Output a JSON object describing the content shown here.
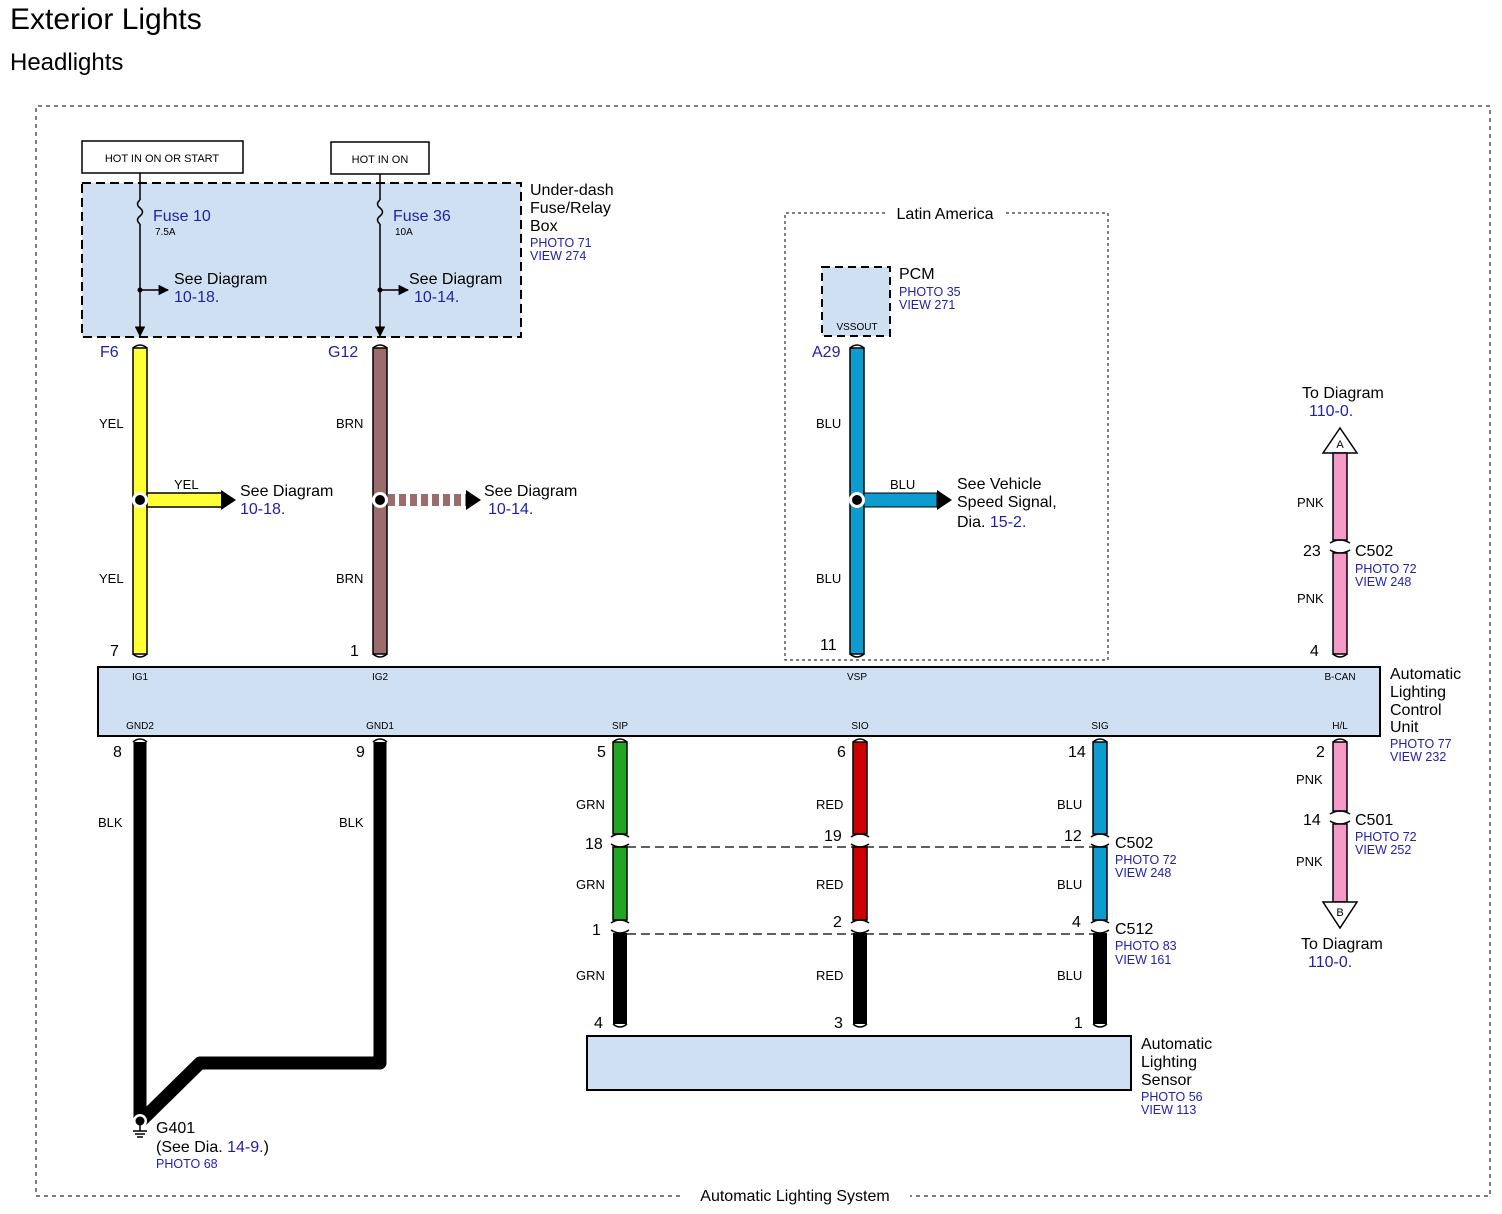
{
  "header": {
    "title": "Exterior Lights",
    "subtitle": "Headlights"
  },
  "diagram_title": "Automatic Lighting System",
  "power_labels": {
    "hot_run_start": "HOT IN ON OR START",
    "hot_run": "HOT IN ON"
  },
  "fuse_box": {
    "name_lines": [
      "Under-dash",
      "Fuse/Relay",
      "Box"
    ],
    "photo": "PHOTO 71",
    "view": "VIEW 274",
    "fuses": [
      {
        "name": "Fuse 10",
        "rating": "7.5A",
        "see": "See Diagram",
        "ref": "10-18",
        "pin": "F6"
      },
      {
        "name": "Fuse 36",
        "rating": "10A",
        "see": "See Diagram",
        "ref": "10-14",
        "pin": "G12"
      }
    ]
  },
  "latin_box": {
    "label": "Latin America",
    "pcm": {
      "name": "PCM",
      "photo": "PHOTO 35",
      "view": "VIEW 271",
      "terminal": "VSSOUT",
      "pin": "A29"
    },
    "branch": {
      "wire": "BLU",
      "line1": "See Vehicle",
      "line2": "Speed Signal,",
      "line3_prefix": "Dia.",
      "ref": "15-2"
    }
  },
  "branches": [
    {
      "wire": "YEL",
      "see": "See Diagram",
      "ref": "10-18"
    },
    {
      "wire": "",
      "see": "See Diagram",
      "ref": "10-14"
    }
  ],
  "wires": {
    "ig1": {
      "upper": "YEL",
      "lower": "YEL",
      "pin": "7"
    },
    "ig2": {
      "upper": "BRN",
      "lower": "BRN",
      "pin": "1"
    },
    "vsp": {
      "upper": "BLU",
      "lower": "BLU",
      "pin": "11"
    },
    "bcan": {
      "upper": "PNK",
      "lower": "PNK",
      "c502_pin": "23",
      "pin": "4"
    },
    "gnd2": {
      "color": "BLK",
      "pin": "8"
    },
    "gnd1": {
      "color": "BLK",
      "pin": "9"
    },
    "sip": {
      "colors": [
        "GRN",
        "GRN",
        "GRN"
      ],
      "pins": [
        "5",
        "18",
        "1",
        "4"
      ]
    },
    "sio": {
      "colors": [
        "RED",
        "RED",
        "RED"
      ],
      "pins": [
        "6",
        "19",
        "2",
        "3"
      ]
    },
    "sig": {
      "colors": [
        "BLU",
        "BLU",
        "BLU"
      ],
      "pins": [
        "14",
        "12",
        "4",
        "1"
      ]
    },
    "hl": {
      "upper": "PNK",
      "lower": "PNK",
      "pin": "2",
      "c501_pin": "14"
    }
  },
  "connectors": {
    "c502_upper": {
      "name": "C502",
      "photo": "PHOTO 72",
      "view": "VIEW 248"
    },
    "c501": {
      "name": "C501",
      "photo": "PHOTO 72",
      "view": "VIEW 252"
    },
    "c502_lower": {
      "name": "C502",
      "photo": "PHOTO 72",
      "view": "VIEW 248"
    },
    "c512": {
      "name": "C512",
      "photo": "PHOTO 83",
      "view": "VIEW 161"
    }
  },
  "offpage": {
    "a": {
      "letter": "A",
      "to": "To Diagram",
      "ref": "110-0"
    },
    "b": {
      "letter": "B",
      "to": "To Diagram",
      "ref": "110-0"
    }
  },
  "control_unit": {
    "name_lines": [
      "Automatic",
      "Lighting",
      "Control",
      "Unit"
    ],
    "photo": "PHOTO 77",
    "view": "VIEW 232",
    "top_terminals": [
      "IG1",
      "IG2",
      "VSP",
      "B-CAN"
    ],
    "bottom_terminals": [
      "GND2",
      "GND1",
      "SIP",
      "SIO",
      "SIG",
      "H/L"
    ]
  },
  "sensor": {
    "name_lines": [
      "Automatic",
      "Lighting",
      "Sensor"
    ],
    "photo": "PHOTO 56",
    "view": "VIEW 113"
  },
  "ground": {
    "name": "G401",
    "see_prefix": "(See  Dia.",
    "ref": "14-9.",
    "see_suffix": ")",
    "photo": "PHOTO 68"
  },
  "colors": {
    "yel": "#ffff33",
    "brn": "#9c6b6b",
    "blu": "#0e9bd0",
    "pnk": "#f59ac8",
    "grn": "#22a522",
    "red": "#cc0000",
    "blk": "#000000",
    "box_fill": "#cfe0f2",
    "ref_text": "#1f1fa8"
  }
}
